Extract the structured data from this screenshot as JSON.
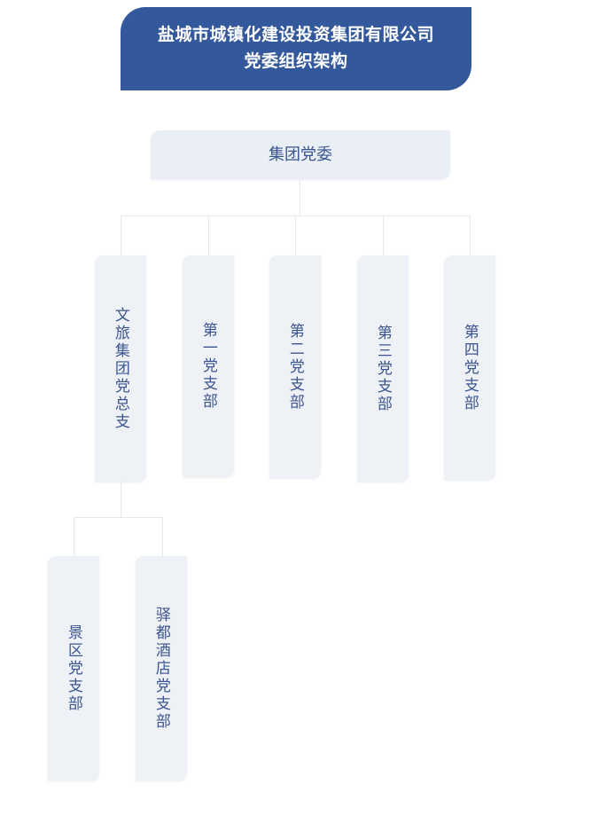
{
  "header": {
    "title_line_1": "盐城市城镇化建设投资集团有限公司",
    "title_line_2": "党委组织架构",
    "background_color": "#33599c",
    "text_color": "#ffffff"
  },
  "theme": {
    "node_background": "#eef2f7",
    "node_text_color": "#3c5590",
    "connector_color": "#e4e9ef",
    "canvas_background": "#ffffff"
  },
  "chart_data": {
    "type": "org-chart",
    "title": "盐城市城镇化建设投资集团有限公司 党委组织架构",
    "orientation": "top-down",
    "root": {
      "label": "集团党委",
      "text_direction": "horizontal"
    },
    "level_2": [
      {
        "label": "文旅集团党总支",
        "text_direction": "vertical"
      },
      {
        "label": "第一党支部",
        "text_direction": "vertical"
      },
      {
        "label": "第二党支部",
        "text_direction": "vertical"
      },
      {
        "label": "第三党支部",
        "text_direction": "vertical"
      },
      {
        "label": "第四党支部",
        "text_direction": "vertical"
      }
    ],
    "level_3": [
      {
        "label": "景区党支部",
        "text_direction": "vertical",
        "parent": "文旅集团党总支"
      },
      {
        "label": "驿都酒店党支部",
        "text_direction": "vertical",
        "parent": "文旅集团党总支"
      }
    ],
    "edges": [
      {
        "from": "集团党委",
        "to": "文旅集团党总支"
      },
      {
        "from": "集团党委",
        "to": "第一党支部"
      },
      {
        "from": "集团党委",
        "to": "第二党支部"
      },
      {
        "from": "集团党委",
        "to": "第三党支部"
      },
      {
        "from": "集团党委",
        "to": "第四党支部"
      },
      {
        "from": "文旅集团党总支",
        "to": "景区党支部"
      },
      {
        "from": "文旅集团党总支",
        "to": "驿都酒店党支部"
      }
    ]
  }
}
